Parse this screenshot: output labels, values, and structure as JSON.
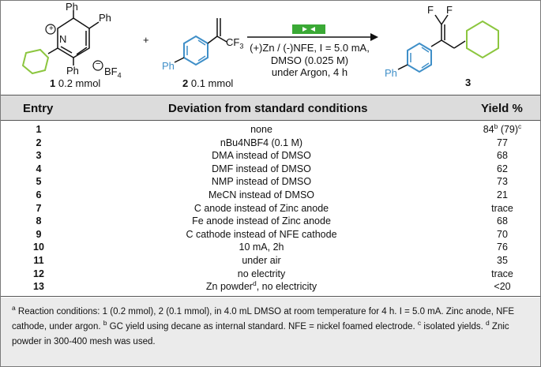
{
  "scheme": {
    "reactant1": {
      "ph_top_left": "Ph",
      "ph_top_right": "Ph",
      "ph_bottom": "Ph",
      "n_atom": "N",
      "plus": "+",
      "minus": "−",
      "counterion": "BF",
      "counterion_sub": "4",
      "num": "1",
      "amount": "0.2 mmol"
    },
    "plus_sign": "+",
    "reactant2": {
      "ph": "Ph",
      "cf3": "CF",
      "cf3_sub": "3",
      "num": "2",
      "amount": "0.1 mmol"
    },
    "conditions": [
      "(+)Zn / (-)NFE, I = 5.0 mA,",
      "DMSO (0.025 M)",
      "under Argon, 4 h"
    ],
    "product": {
      "f1": "F",
      "f2": "F",
      "ph": "Ph",
      "num": "3"
    },
    "colors": {
      "ring": "#8cc63f",
      "ph_ring": "#3f8fc8",
      "electrode": "#3aa935"
    }
  },
  "table": {
    "headers": {
      "entry": "Entry",
      "deviation": "Deviation from standard conditions",
      "yield": "Yield %"
    },
    "rows": [
      {
        "entry": "1",
        "deviation": "none",
        "yield": "84",
        "yield_sup": "b",
        "yield_extra": " (79)",
        "yield_sup2": "c"
      },
      {
        "entry": "2",
        "deviation": "nBu4NBF4 (0.1 M)",
        "yield": "77"
      },
      {
        "entry": "3",
        "deviation": "DMA instead of DMSO",
        "yield": "68"
      },
      {
        "entry": "4",
        "deviation": "DMF instead of DMSO",
        "yield": "62"
      },
      {
        "entry": "5",
        "deviation": "NMP instead of DMSO",
        "yield": "73"
      },
      {
        "entry": "6",
        "deviation": "MeCN instead of DMSO",
        "yield": "21"
      },
      {
        "entry": "7",
        "deviation": "C anode instead of Zinc anode",
        "yield": "trace"
      },
      {
        "entry": "8",
        "deviation": "Fe anode instead of Zinc anode",
        "yield": "68"
      },
      {
        "entry": "9",
        "deviation": "C cathode instead of NFE cathode",
        "yield": "70"
      },
      {
        "entry": "10",
        "deviation": "10 mA, 2h",
        "yield": "76"
      },
      {
        "entry": "11",
        "deviation": "under air",
        "yield": "35"
      },
      {
        "entry": "12",
        "deviation": "no electrity",
        "yield": "trace"
      },
      {
        "entry": "13",
        "deviation": "Zn powder",
        "deviation_sup": "d",
        "deviation_extra": ", no electricity",
        "yield": "<20"
      }
    ]
  },
  "footnote": {
    "a_mark": "a",
    "a_text": " Reaction conditions: 1 (0.2 mmol), 2 (0.1 mmol), in 4.0 mL DMSO at room temperature for 4 h. I = 5.0 mA. Zinc anode, NFE cathode, under argon. ",
    "b_mark": "b",
    "b_text": " GC yield using decane as internal standard. NFE = nickel foamed electrode. ",
    "c_mark": "c",
    "c_text": " isolated yields. ",
    "d_mark": "d",
    "d_text": " Znic powder in 300-400 mesh was used."
  }
}
